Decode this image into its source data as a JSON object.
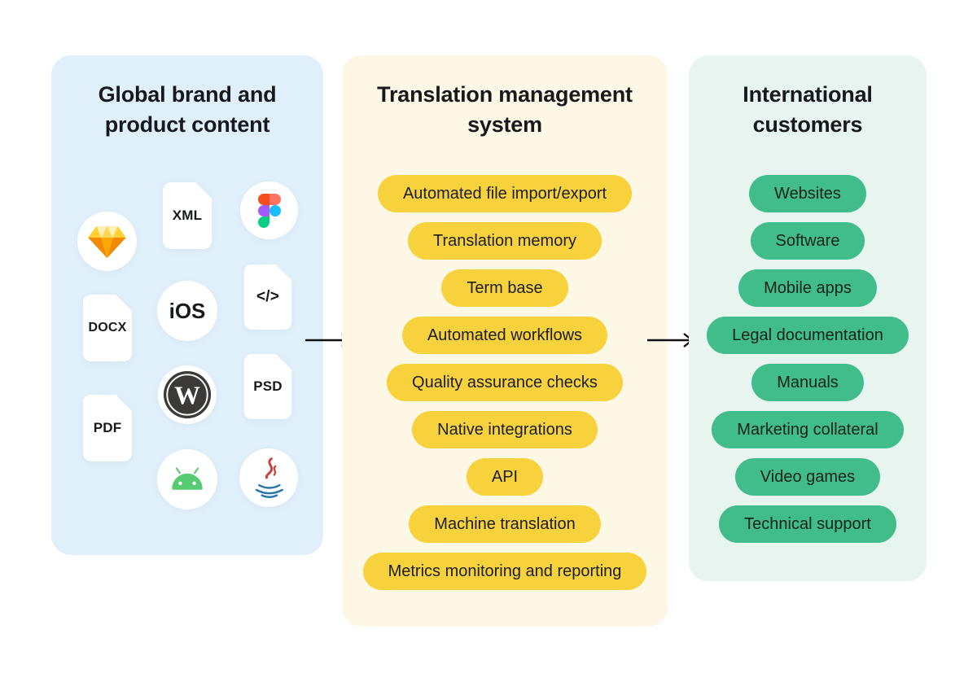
{
  "colors": {
    "page_bg": "#FFFFFF",
    "left_panel_bg": "#E0F0FA",
    "middle_panel_bg": "#FCF8E5",
    "right_panel_bg": "#E8F4EF",
    "yellow_pill": "#F8D23C",
    "green_pill": "#40BD8B",
    "text": "#17191D",
    "arrow": "#111111"
  },
  "left_panel": {
    "title_lines": [
      "Global brand and",
      "product content"
    ],
    "file_labels": {
      "xml": "XML",
      "docx": "DOCX",
      "pdf": "PDF",
      "psd": "PSD",
      "ios": "iOS",
      "code": "</>"
    },
    "icons": [
      "sketch-icon",
      "xml-file-icon",
      "figma-icon",
      "docx-file-icon",
      "ios-icon",
      "code-file-icon",
      "wordpress-icon",
      "psd-file-icon",
      "pdf-file-icon",
      "android-icon",
      "java-icon"
    ]
  },
  "middle_panel": {
    "title_lines": [
      "Translation management",
      "system"
    ],
    "pills": [
      "Automated file import/export",
      "Translation memory",
      "Term base",
      "Automated workflows",
      "Quality assurance checks",
      "Native integrations",
      "API",
      "Machine translation",
      "Metrics monitoring and reporting"
    ]
  },
  "right_panel": {
    "title_lines": [
      "International",
      "customers"
    ],
    "pills": [
      "Websites",
      "Software",
      "Mobile apps",
      "Legal documentation",
      "Manuals",
      "Marketing collateral",
      "Video games",
      "Technical support"
    ]
  }
}
